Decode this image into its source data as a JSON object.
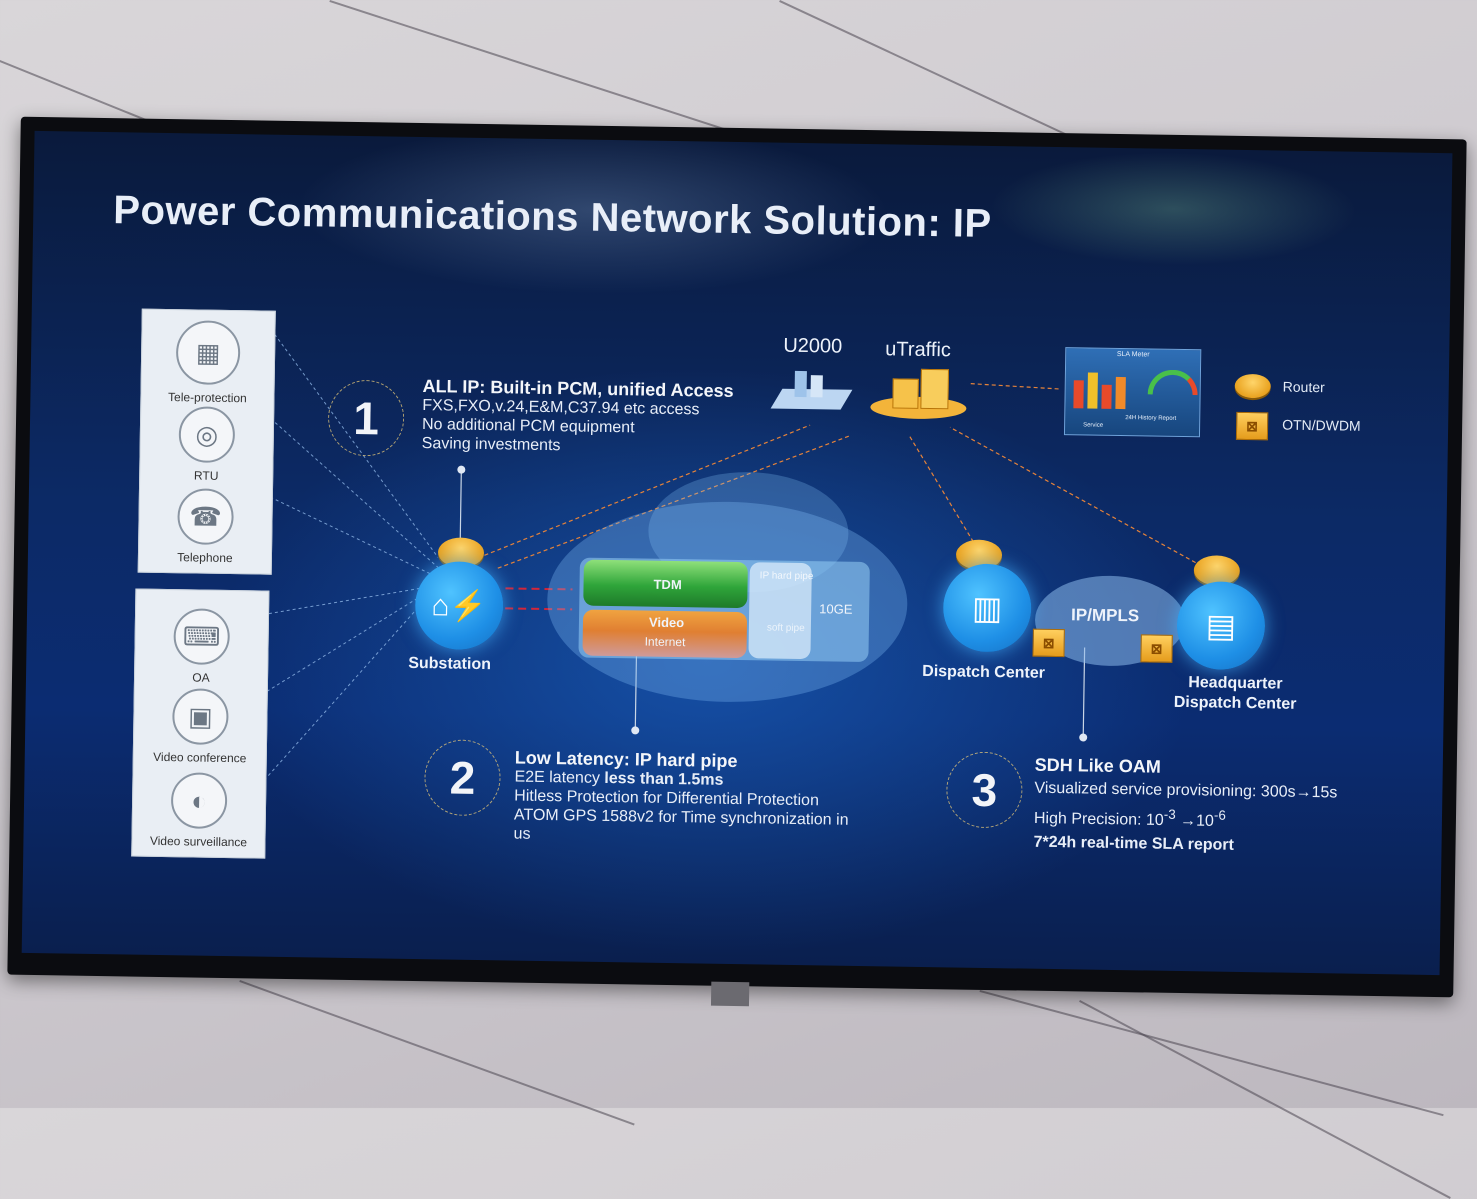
{
  "title": "Power Communications Network Solution: IP",
  "services_top": [
    {
      "label": "Tele-protection",
      "icon": "server-rack-icon"
    },
    {
      "label": "RTU",
      "icon": "rtu-device-icon"
    },
    {
      "label": "Telephone",
      "icon": "telephone-icon"
    }
  ],
  "services_bottom": [
    {
      "label": "OA",
      "icon": "office-desk-icon"
    },
    {
      "label": "Video conference",
      "icon": "video-conference-icon"
    },
    {
      "label": "Video surveillance",
      "icon": "surveillance-camera-icon"
    }
  ],
  "point1": {
    "number": "1",
    "heading": "ALL IP: Built-in PCM, unified Access",
    "lines": [
      "FXS,FXO,v.24,E&M,C37.94 etc access",
      "No additional  PCM equipment",
      "Saving investments"
    ]
  },
  "point2": {
    "number": "2",
    "heading": "Low Latency: IP hard pipe",
    "line1_prefix": "E2E latency ",
    "line1_bold": "less than 1.5ms",
    "lines": [
      "Hitless Protection for Differential Protection",
      "ATOM GPS 1588v2 for Time synchronization in",
      "us"
    ]
  },
  "point3": {
    "number": "3",
    "heading": "SDH Like OAM",
    "line1": "Visualized service provisioning:  300s→15s",
    "line2_prefix": "High Precision: 10",
    "line2_exp1": "-3",
    "line2_mid": " →10",
    "line2_exp2": "-6",
    "line3": "7*24h real-time SLA report"
  },
  "nodes": {
    "substation": "Substation",
    "dispatch": "Dispatch Center",
    "hq_line1": "Headquarter",
    "hq_line2": "Dispatch Center",
    "ipmpls": "IP/MPLS"
  },
  "mgmt": {
    "u2000": "U2000",
    "utraffic": "uTraffic"
  },
  "pipe": {
    "tdm": "TDM",
    "video": "Video",
    "internet": "Internet",
    "bw": "10GE",
    "hard": "IP hard pipe",
    "soft": "soft pipe"
  },
  "legend": {
    "router": "Router",
    "otn": "OTN/DWDM"
  },
  "sla": {
    "title": "SLA Meter",
    "report": "24H History Report",
    "service": "Service"
  },
  "colors": {
    "accent_orange": "#e9a21f",
    "node_blue": "#1e8fe6",
    "tdm_green": "#2fa53a"
  }
}
